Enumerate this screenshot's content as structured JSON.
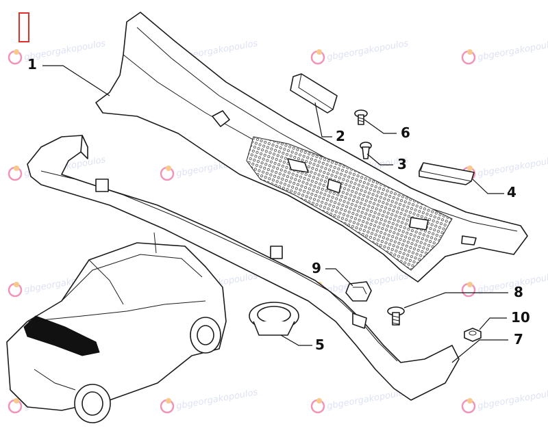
{
  "marker_color": "#e0302a",
  "watermark": {
    "text": "gbgeorgakopoulos",
    "color": "#b4bde8",
    "logo_colors": [
      "#e84b8a",
      "#f2a640",
      "#9fb0e8"
    ]
  },
  "callouts": [
    {
      "number": "1",
      "part": "cowl panel"
    },
    {
      "number": "2",
      "part": "seal strip"
    },
    {
      "number": "3",
      "part": "push clip"
    },
    {
      "number": "4",
      "part": "seal strip"
    },
    {
      "number": "5",
      "part": "grommet"
    },
    {
      "number": "6",
      "part": "screw"
    },
    {
      "number": "7",
      "part": "side bracket"
    },
    {
      "number": "8",
      "part": "bolt"
    },
    {
      "number": "9",
      "part": "clip nut"
    },
    {
      "number": "10",
      "part": "nut"
    }
  ]
}
